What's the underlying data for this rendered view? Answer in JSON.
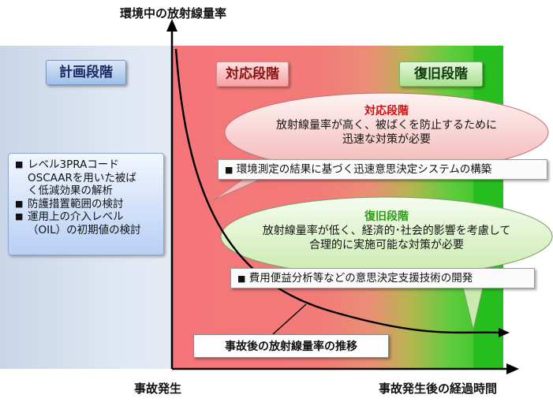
{
  "axes": {
    "y_title": "環境中の放射線量率",
    "x_origin_label": "事故発生",
    "x_title": "事故発生後の経過時間"
  },
  "phases": {
    "planning": {
      "label": "計画段階",
      "items": [
        {
          "bullet": "■",
          "lines": [
            "レベル3PRAコード",
            "OSCAARを用いた被ば",
            "く低減効果の解析"
          ]
        },
        {
          "bullet": "■",
          "lines": [
            "防護措置範囲の検討"
          ]
        },
        {
          "bullet": "■",
          "lines": [
            "運用上の介入レベル",
            "（OIL）の初期値の検討"
          ]
        }
      ]
    },
    "response": {
      "label": "対応段階",
      "callout": {
        "title": "対応段階",
        "lines": [
          "放射線量率が高く、被ばくを防止するために",
          "迅速な対策が必要"
        ],
        "measure_bullet": "■",
        "measure": "環境測定の結果に基づく迅速意思決定システムの構築"
      }
    },
    "recovery": {
      "label": "復旧段階",
      "callout": {
        "title": "復旧段階",
        "lines": [
          "放射線量率が低く、経済的･社会的影響を考慮して",
          "合理的に実施可能な対策が必要"
        ],
        "measure_bullet": "■",
        "measure": "費用便益分析等などの意思決定支援技術の開発"
      }
    }
  },
  "trend_label": "事故後の放射線量率の推移",
  "colors": {
    "response_title": "#d01010",
    "recovery_title": "#2f9a1a",
    "axis": "#000000"
  }
}
